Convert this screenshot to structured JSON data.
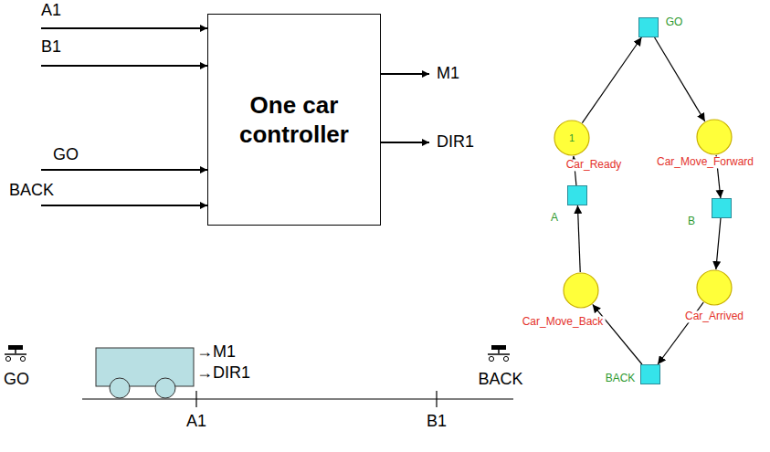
{
  "diagram": {
    "nodes": [
      {
        "text": [
          "One car controller"
        ]
      },
      {
        "text": [
          "GO"
        ]
      },
      {
        "text": [
          "1",
          "Car_Ready"
        ]
      },
      {
        "text": [
          "Car_Move_Forward"
        ]
      },
      {
        "text": [
          "A"
        ]
      },
      {
        "text": [
          "B"
        ]
      },
      {
        "text": [
          "Car_Move_Back"
        ]
      },
      {
        "text": [
          "Car_Arrived"
        ]
      },
      {
        "text": [
          "BACK"
        ]
      }
    ],
    "edges": [
      {
        "from": 2,
        "to": 1,
        "arrow": "to"
      },
      {
        "from": 1,
        "to": 3,
        "arrow": "to"
      },
      {
        "from": 3,
        "to": 5,
        "arrow": "to"
      },
      {
        "from": 5,
        "to": 7,
        "arrow": "to"
      },
      {
        "from": 7,
        "to": 8,
        "arrow": "to"
      },
      {
        "from": 8,
        "to": 6,
        "arrow": "to"
      },
      {
        "from": 6,
        "to": 4,
        "arrow": "to"
      },
      {
        "from": 4,
        "to": 2,
        "arrow": "to"
      }
    ],
    "labels": [
      "A1",
      "B1",
      "GO",
      "BACK",
      "M1",
      "DIR1",
      "→M1",
      "→DIR1",
      "GO",
      "BACK",
      "A1",
      "B1"
    ]
  }
}
